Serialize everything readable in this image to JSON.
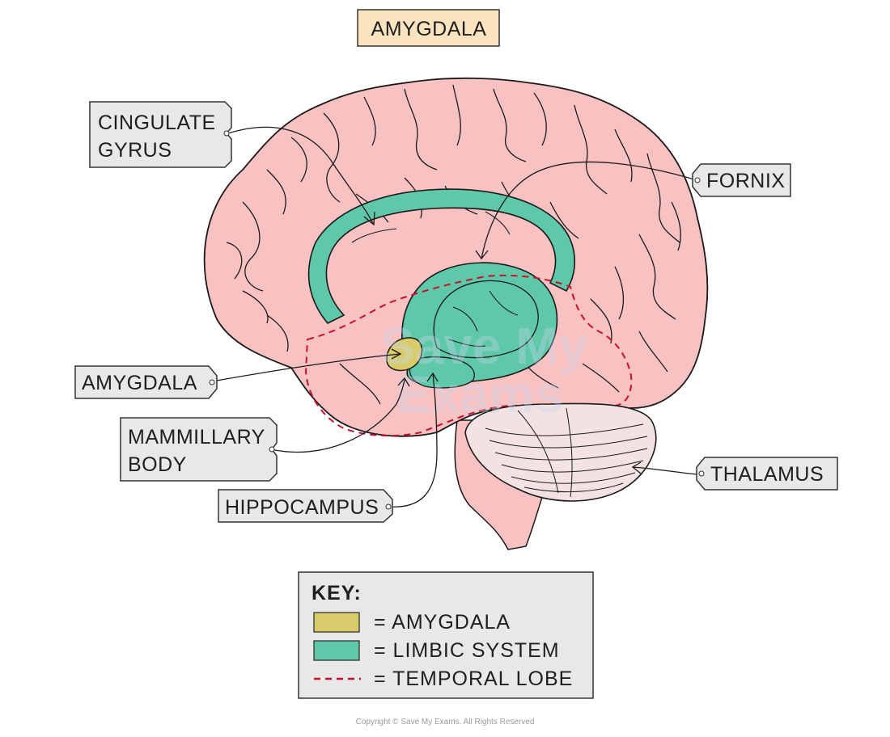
{
  "title": "AMYGDALA",
  "labels": {
    "cingulate_gyrus_line1": "CINGULATE",
    "cingulate_gyrus_line2": "GYRUS",
    "fornix": "FORNIX",
    "amygdala": "AMYGDALA",
    "mammillary_body_line1": "MAMMILLARY",
    "mammillary_body_line2": "BODY",
    "hippocampus": "HIPPOCAMPUS",
    "thalamus": "THALAMUS"
  },
  "key": {
    "heading": "KEY:",
    "items": [
      {
        "label": "= AMYGDALA",
        "color": "#d8cc6a"
      },
      {
        "label": "= LIMBIC SYSTEM",
        "color": "#5ec8a8"
      },
      {
        "label": "= TEMPORAL LOBE",
        "color": "#c8102e"
      }
    ]
  },
  "watermark": {
    "line1": "Save My",
    "line2": "Exams"
  },
  "copyright": "Copyright © Save My Exams. All Rights Reserved",
  "colors": {
    "brain": "#f9c2c2",
    "limbic": "#5ec8a8",
    "amygdala": "#d8cc6a",
    "temporal_lobe_outline": "#c8102e",
    "cerebellum": "#f2e2e2",
    "title_bg": "#fde4c0",
    "label_bg": "#e8e8e8",
    "key_bg": "#e8e8e8"
  }
}
